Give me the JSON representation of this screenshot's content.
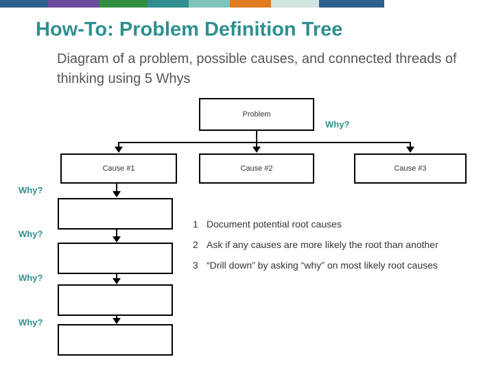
{
  "topbar": {
    "segments": [
      {
        "color": "#2e5f8f",
        "width": 70
      },
      {
        "color": "#6a4a9c",
        "width": 75
      },
      {
        "color": "#2f8f3f",
        "width": 70
      },
      {
        "color": "#2f8f8f",
        "width": 60
      },
      {
        "color": "#7fc4b8",
        "width": 60
      },
      {
        "color": "#e07b1f",
        "width": 60
      },
      {
        "color": "#cfe3e0",
        "width": 70
      },
      {
        "color": "#2e5f8f",
        "width": 95
      },
      {
        "color": "#ffffff",
        "width": 160
      }
    ]
  },
  "slide": {
    "title": "How-To: Problem Definition Tree",
    "subtitle": "Diagram of a problem, possible causes, and connected threads of thinking using 5 Whys"
  },
  "diagram": {
    "problem_label": "Problem",
    "causes": [
      {
        "label": "Cause #1"
      },
      {
        "label": "Cause #2"
      },
      {
        "label": "Cause #3"
      }
    ],
    "why_label": "Why?",
    "why_labels": [
      "Why?",
      "Why?",
      "Why?",
      "Why?"
    ],
    "empty_boxes": [
      "",
      "",
      "",
      ""
    ],
    "accent_color": "#2f8f8f"
  },
  "steps": [
    {
      "num": "1",
      "text": "Document potential root causes"
    },
    {
      "num": "2",
      "text": "Ask if any causes are more likely the root than another"
    },
    {
      "num": "3",
      "text": "“Drill down” by asking “why” on most likely root causes"
    }
  ]
}
